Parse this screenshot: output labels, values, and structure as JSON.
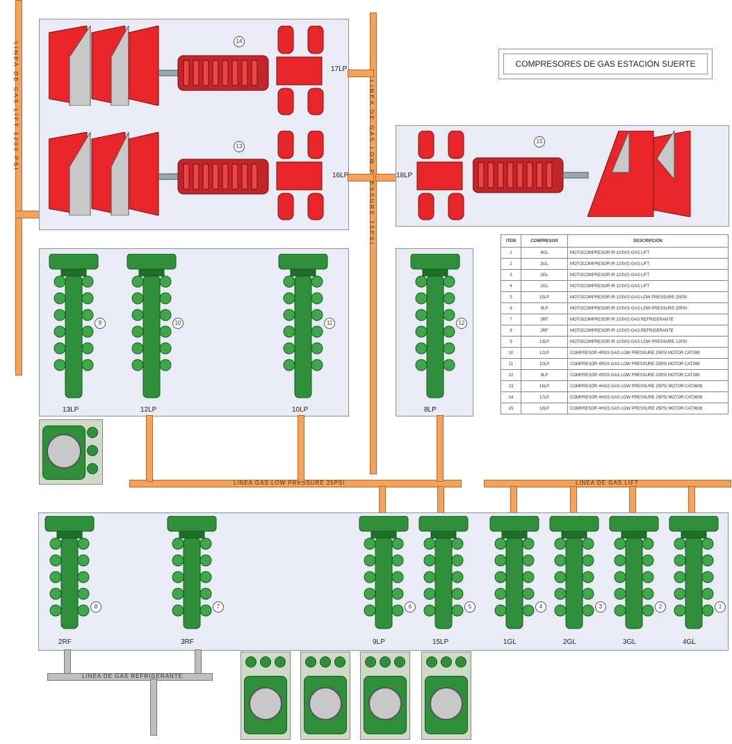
{
  "title": "COMPRESORES DE GAS ESTACIÓN SUERTE",
  "pipes": {
    "low_pressure": "LINEA   GAS   LOW   PRESSURE   25PSI",
    "gas_lift": "LINEA   DE   GAS   LIFT",
    "refrigerante": "LINEA   DE   GAS   REFRIGERANTE",
    "vertical_left": "LINEA DE GAS LIFT 1200 PSI",
    "vertical_center": "LINEA DE GAS LOW PRESSURE 25PSI"
  },
  "red_units": [
    {
      "num": "14",
      "label": "17LP"
    },
    {
      "num": "13",
      "label": "16LP"
    },
    {
      "num": "15",
      "label": "18LP"
    }
  ],
  "middle_units": [
    {
      "num": "9",
      "label": "13LP"
    },
    {
      "num": "10",
      "label": "12LP"
    },
    {
      "num": "11",
      "label": "10LP"
    },
    {
      "num": "12",
      "label": "8LP"
    }
  ],
  "bottom_units": [
    {
      "num": "8",
      "label": "2RF"
    },
    {
      "num": "7",
      "label": "3RF"
    },
    {
      "num": "6",
      "label": "9LP"
    },
    {
      "num": "5",
      "label": "15LP"
    },
    {
      "num": "4",
      "label": "1GL"
    },
    {
      "num": "3",
      "label": "2GL"
    },
    {
      "num": "2",
      "label": "3GL"
    },
    {
      "num": "1",
      "label": "4GL"
    }
  ],
  "legend": {
    "headers": [
      "ITEM",
      "COMPRESOR",
      "DESCRIPCIÓN"
    ],
    "rows": [
      [
        "1",
        "4GL",
        "MOTOCOMPRESOR IR 12SVG GAS LIFT"
      ],
      [
        "2",
        "3GL",
        "MOTOCOMPRESOR IR 12SVG GAS LIFT"
      ],
      [
        "3",
        "2GL",
        "MOTOCOMPRESOR IR 12SVG GAS LIFT"
      ],
      [
        "4",
        "1GL",
        "MOTOCOMPRESOR IR 12SVG GAS LIFT"
      ],
      [
        "5",
        "15LP",
        "MOTOCOMPRESOR IR 12SVG GAS LOW PRESSURE 25PSI"
      ],
      [
        "6",
        "9LP",
        "MOTOCOMPRESOR IR 12SVG GAS LOW PRESSURE 25PSI"
      ],
      [
        "7",
        "3RF",
        "MOTOCOMPRESOR IR 12SVG GAS REFRIGERANTE"
      ],
      [
        "8",
        "2RF",
        "MOTOCOMPRESOR IR 12SVG GAS REFRIGERANTE"
      ],
      [
        "9",
        "13LP",
        "MOTOCOMPRESOR IR 12SVG GAS LOW PRESSURE 12PSI"
      ],
      [
        "10",
        "12LP",
        "COMPRESOR 4RDS GAS LOW PRESSURE 25PSI  MOTOR CAT399"
      ],
      [
        "11",
        "10LP",
        "COMPRESOR 4RDS GAS LOW PRESSURE 25PSI  MOTOR CAT399"
      ],
      [
        "12",
        "8LP",
        "COMPRESOR 4RDS GAS LOW PRESSURE 25PSI  MOTOR CAT399"
      ],
      [
        "13",
        "16LP",
        "COMPRESOR 4HOS GAS LOW PRESSURE 25PSI  MOTOR CAT3608"
      ],
      [
        "14",
        "17LP",
        "COMPRESOR 4HOS GAS LOW PRESSURE 25PSI  MOTOR CAT3608"
      ],
      [
        "15",
        "18LP",
        "COMPRESOR 4HOS GAS LOW PRESSURE 25PSI  MOTOR CAT3608"
      ]
    ]
  },
  "colors": {
    "pipe_orange": "#f5a35c",
    "engine_red": "#e8262a",
    "compressor_green": "#2f8f3a",
    "panel_bg": "#e9ebf5"
  }
}
